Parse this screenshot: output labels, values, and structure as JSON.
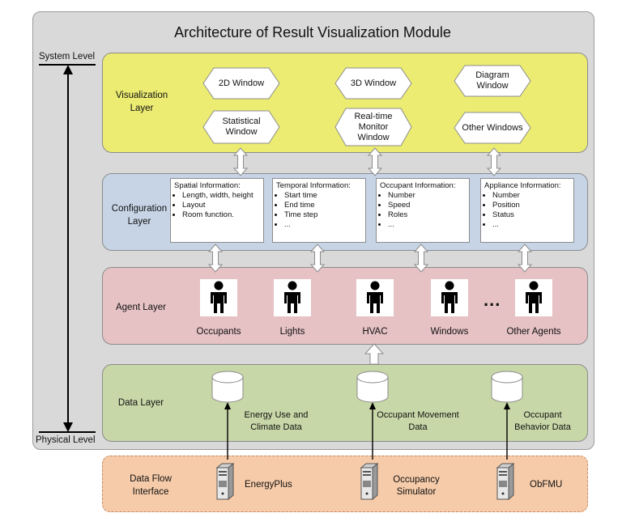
{
  "title": "Architecture of Result Visualization Module",
  "levels": {
    "top": "System Level",
    "bottom": "Physical Level"
  },
  "layers": {
    "visualization": {
      "label": "Visualization Layer",
      "windows": [
        "2D Window",
        "3D Window",
        "Diagram Window",
        "Statistical Window",
        "Real-time Monitor Window",
        "Other Windows"
      ]
    },
    "configuration": {
      "label": "Configuration Layer",
      "boxes": [
        {
          "title": "Spatial Information:",
          "items": [
            "Length, width, height",
            "Layout",
            "Room function."
          ]
        },
        {
          "title": "Temporal Information:",
          "items": [
            "Start time",
            "End time",
            "Time step",
            "..."
          ]
        },
        {
          "title": "Occupant Information:",
          "items": [
            "Number",
            "Speed",
            "Roles",
            "..."
          ]
        },
        {
          "title": "Appliance Information:",
          "items": [
            "Number",
            "Position",
            "Status",
            "..."
          ]
        }
      ]
    },
    "agent": {
      "label": "Agent Layer",
      "agents": [
        "Occupants",
        "Lights",
        "HVAC",
        "Windows",
        "Other Agents"
      ],
      "ellipsis": "..."
    },
    "data": {
      "label": "Data Layer",
      "stores": [
        "Energy Use and Climate Data",
        "Occupant Movement Data",
        "Occupant Behavior Data"
      ]
    },
    "dataflow": {
      "label": "Data Flow Interface",
      "sources": [
        "EnergyPlus",
        "Occupancy Simulator",
        "ObFMU"
      ]
    }
  }
}
